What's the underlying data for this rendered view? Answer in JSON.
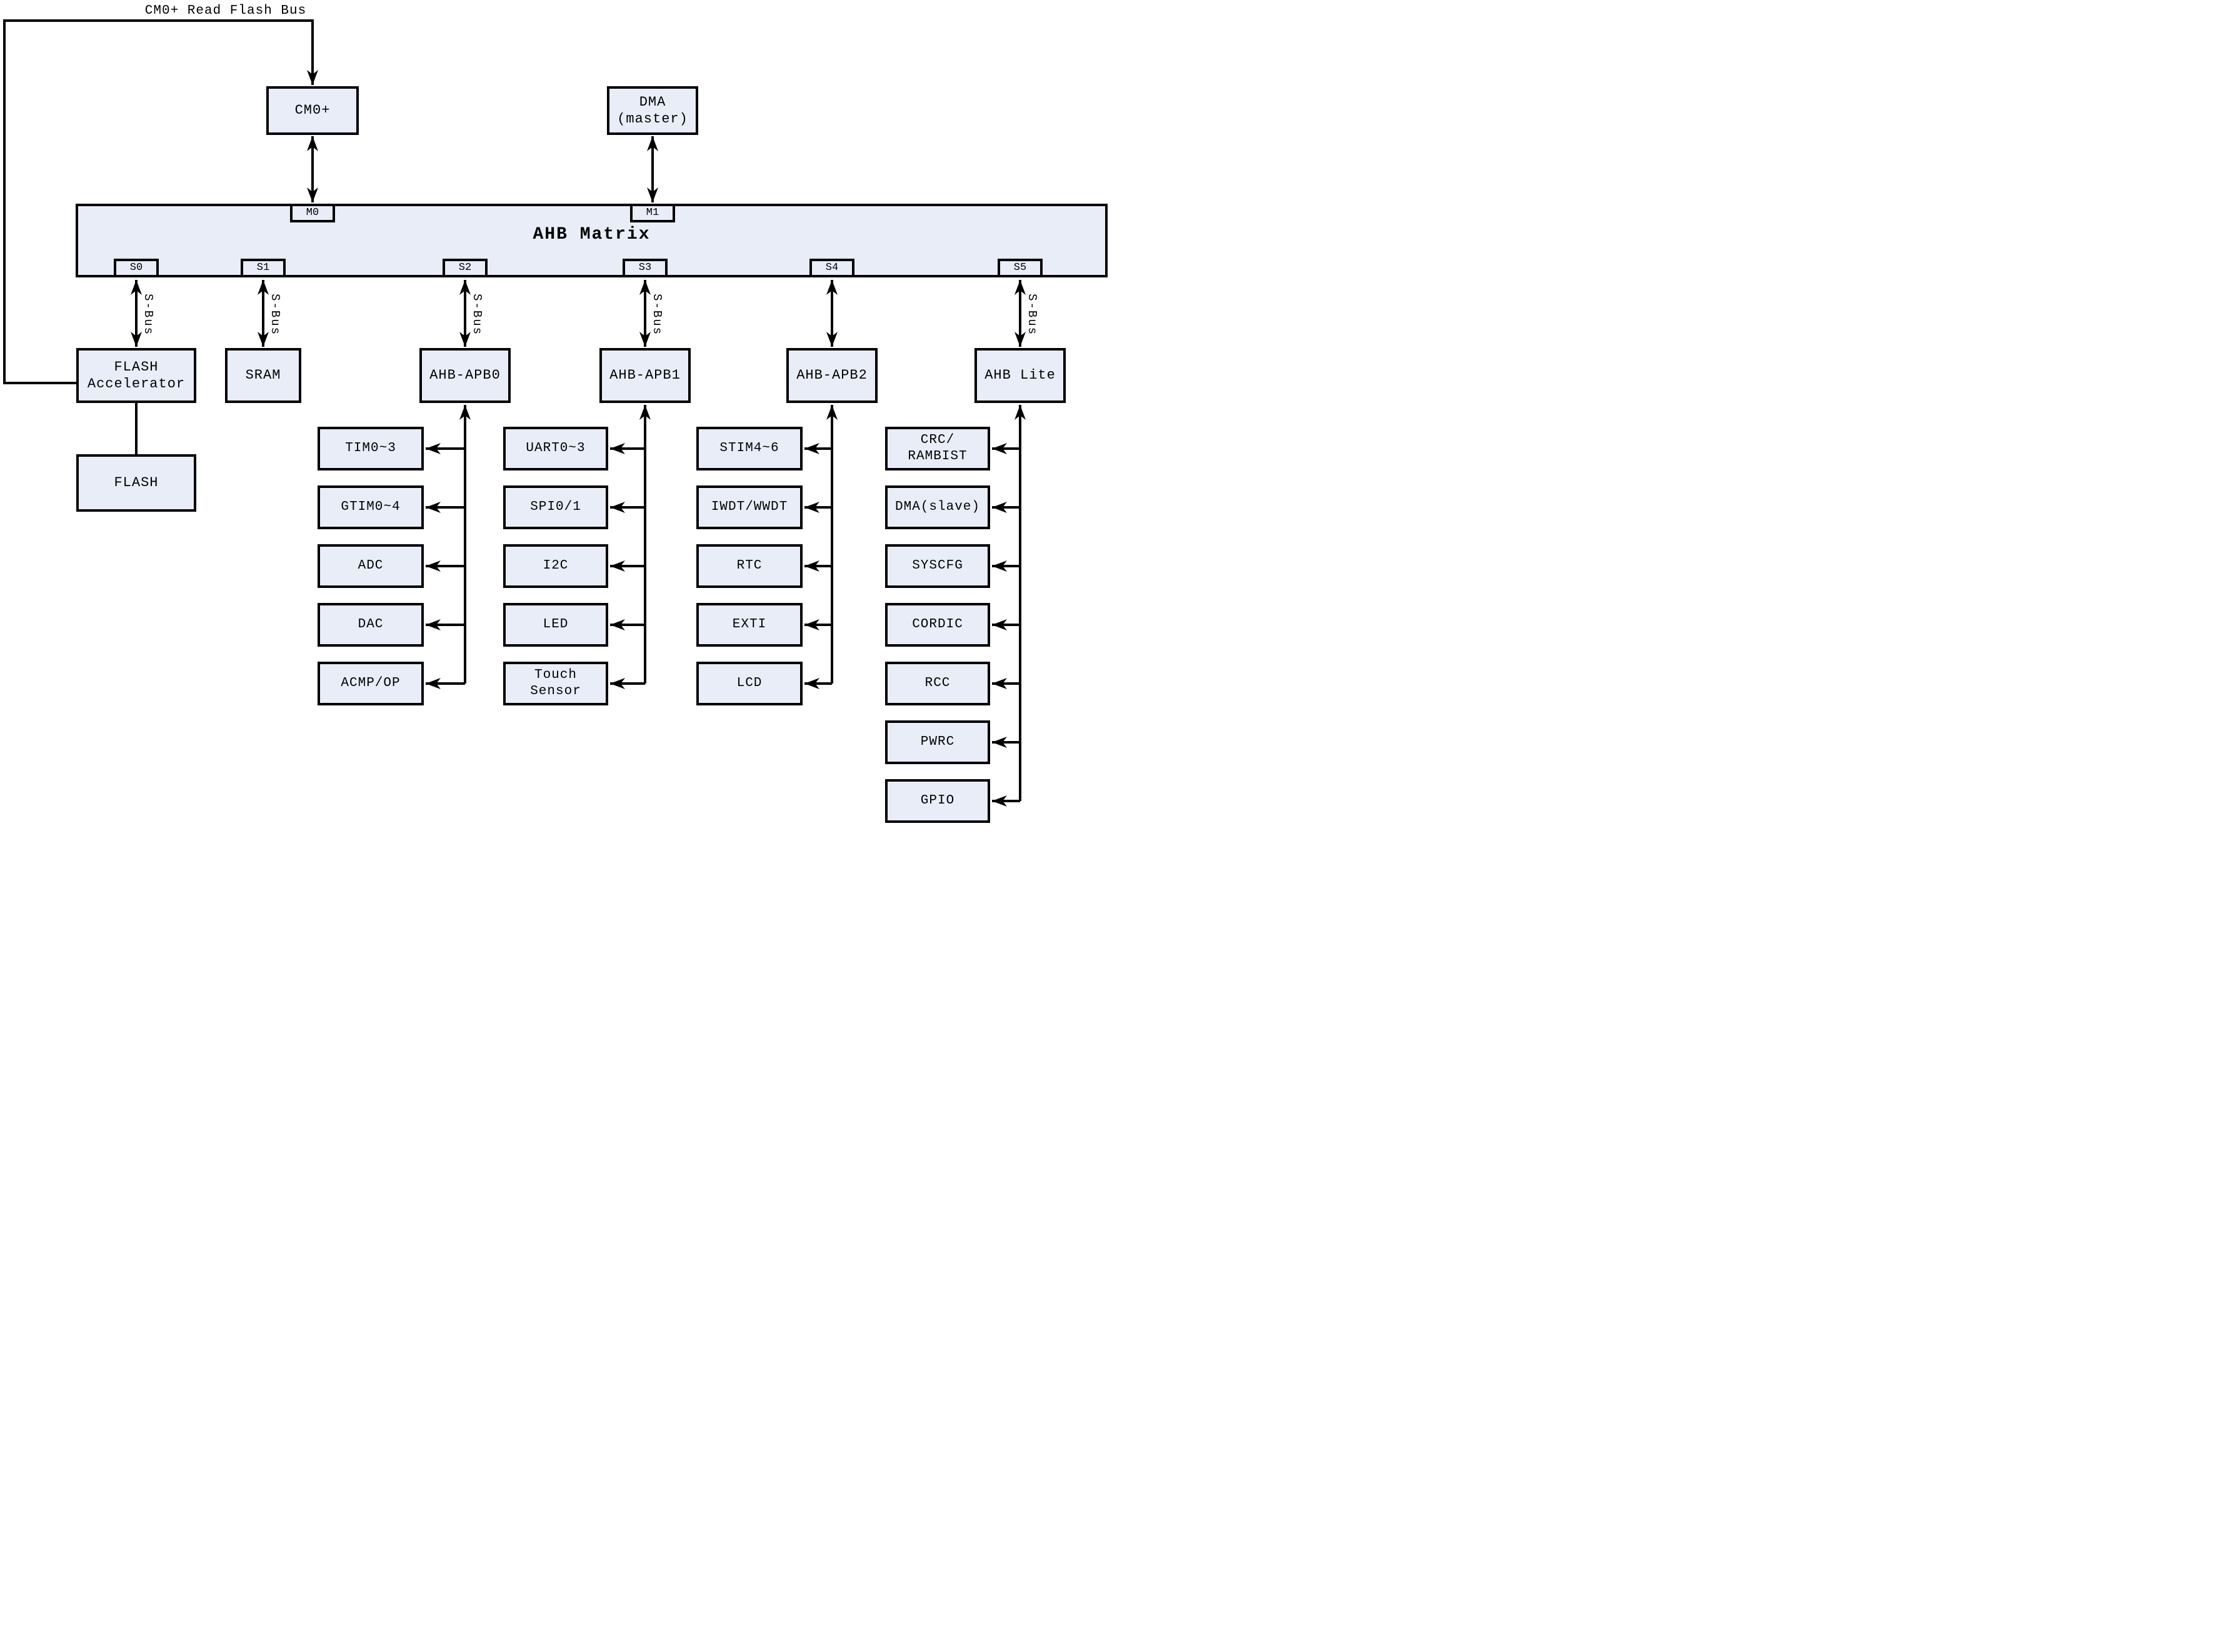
{
  "colors": {
    "box_fill": "#e8edf7",
    "line": "#000000",
    "background": "#ffffff"
  },
  "labels": {
    "top_bus": "CM0+ Read Flash Bus",
    "sbus": "S-Bus"
  },
  "masters": {
    "cm0": "CM0+",
    "dma": "DMA\n(master)"
  },
  "matrix": {
    "title": "AHB Matrix",
    "master_ports": [
      "M0",
      "M1"
    ],
    "slave_ports": [
      "S0",
      "S1",
      "S2",
      "S3",
      "S4",
      "S5"
    ]
  },
  "bridges": {
    "flash_accelerator": "FLASH\nAccelerator",
    "sram": "SRAM",
    "apb0": "AHB-APB0",
    "apb1": "AHB-APB1",
    "apb2": "AHB-APB2",
    "ahb_lite": "AHB Lite"
  },
  "memory": {
    "flash": "FLASH"
  },
  "peripherals": {
    "apb0": [
      "TIM0~3",
      "GTIM0~4",
      "ADC",
      "DAC",
      "ACMP/OP"
    ],
    "apb1": [
      "UART0~3",
      "SPI0/1",
      "I2C",
      "LED",
      "Touch\nSensor"
    ],
    "apb2": [
      "STIM4~6",
      "IWDT/WWDT",
      "RTC",
      "EXTI",
      "LCD"
    ],
    "ahb_lite": [
      "CRC/\nRAMBIST",
      "DMA(slave)",
      "SYSCFG",
      "CORDIC",
      "RCC",
      "PWRC",
      "GPIO"
    ]
  }
}
